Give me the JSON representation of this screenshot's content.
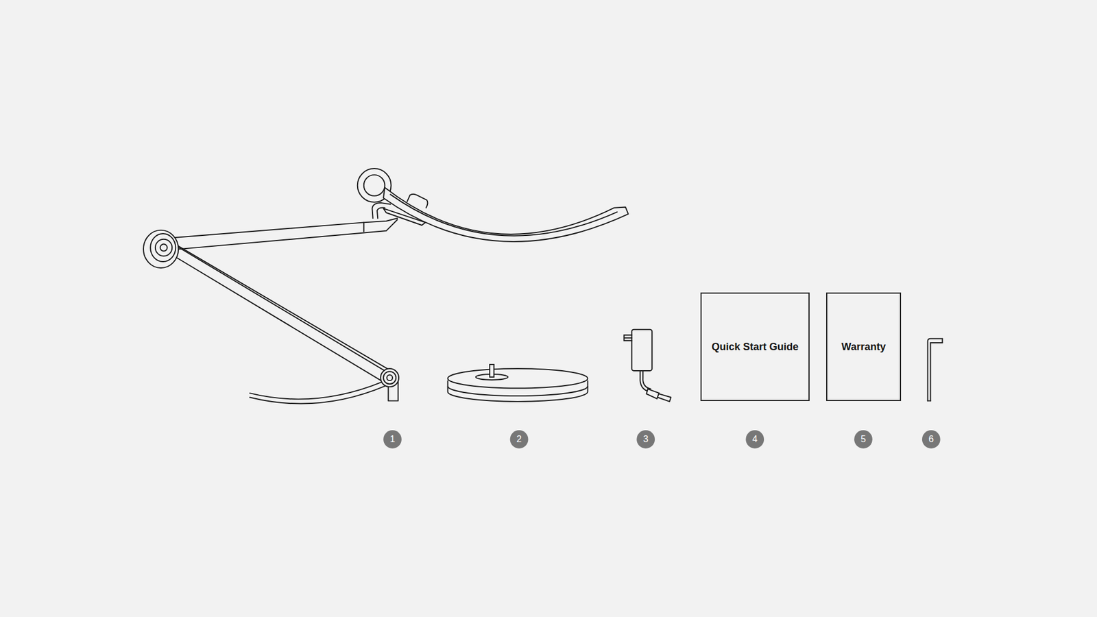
{
  "diagram": {
    "nodes": [
      {
        "text": [
          "Quick Start Guide"
        ]
      },
      {
        "text": [
          "Warranty"
        ]
      }
    ],
    "labels": [
      "1",
      "2",
      "3",
      "4",
      "5",
      "6"
    ]
  }
}
